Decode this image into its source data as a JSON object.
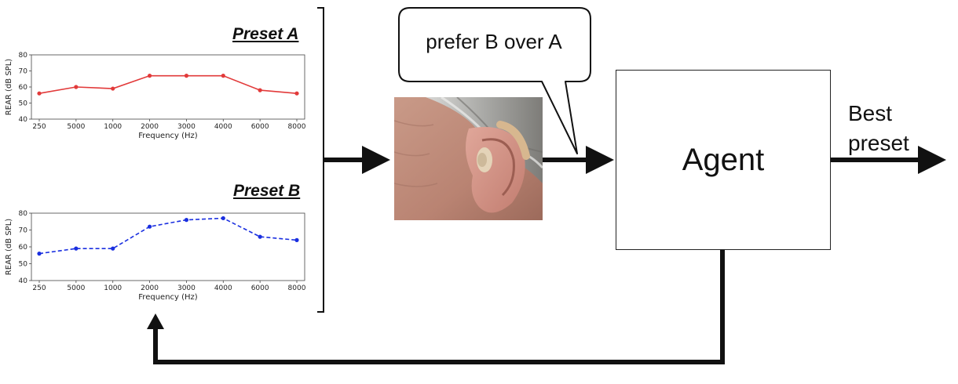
{
  "presets": [
    {
      "title": "Preset A",
      "color": "#e23a3a",
      "line_style": "solid"
    },
    {
      "title": "Preset B",
      "color": "#1a2fe0",
      "line_style": "dashed"
    }
  ],
  "speech_bubble": {
    "text": "prefer B over A"
  },
  "agent": {
    "label": "Agent"
  },
  "output": {
    "line1": "Best",
    "line2": "preset"
  },
  "photo": {
    "subject": "ear-with-hearing-aid"
  },
  "chart_data": [
    {
      "type": "line",
      "title": "Preset A",
      "xlabel": "Frequency (Hz)",
      "ylabel": "REAR (dB SPL)",
      "categories": [
        "250",
        "5000",
        "1000",
        "2000",
        "3000",
        "4000",
        "6000",
        "8000"
      ],
      "series": [
        {
          "values": [
            56,
            60,
            59,
            67,
            67,
            67,
            58,
            56
          ]
        }
      ],
      "ylim": [
        40,
        80
      ],
      "yticks": [
        "40",
        "50",
        "60",
        "70",
        "80"
      ],
      "grid": false
    },
    {
      "type": "line",
      "title": "Preset B",
      "xlabel": "Frequency (Hz)",
      "ylabel": "REAR (dB SPL)",
      "categories": [
        "250",
        "5000",
        "1000",
        "2000",
        "3000",
        "4000",
        "6000",
        "8000"
      ],
      "series": [
        {
          "values": [
            56,
            59,
            59,
            72,
            76,
            77,
            66,
            64
          ]
        }
      ],
      "ylim": [
        40,
        80
      ],
      "yticks": [
        "40",
        "50",
        "60",
        "70",
        "80"
      ],
      "grid": false
    }
  ]
}
